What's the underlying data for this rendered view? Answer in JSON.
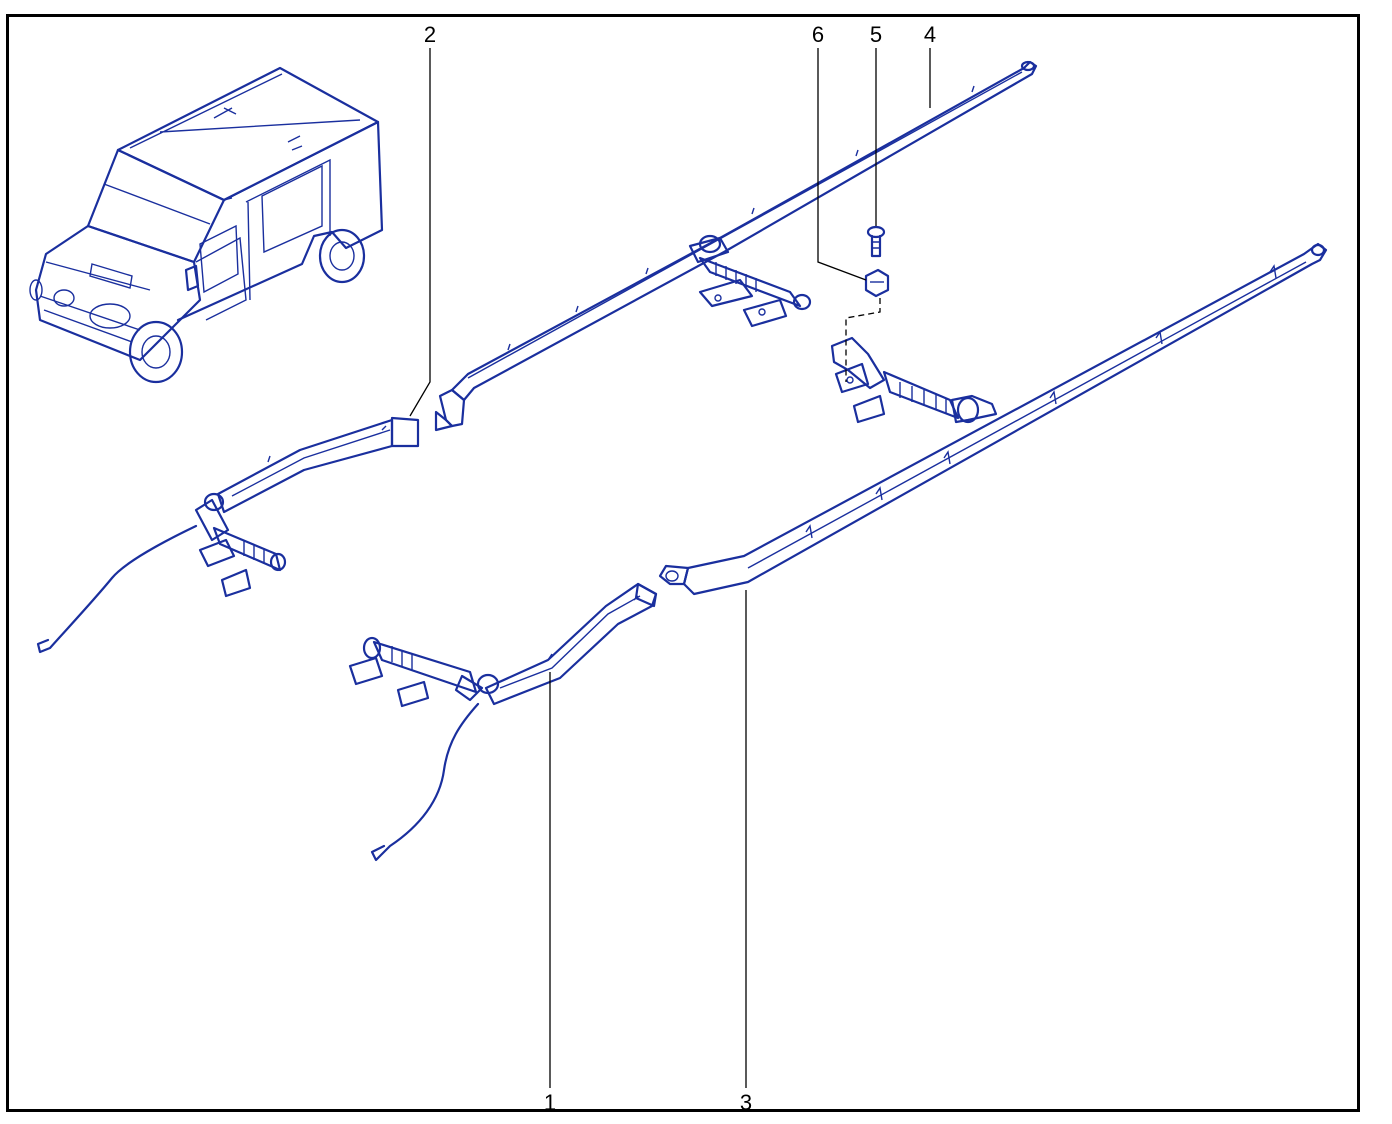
{
  "callouts": {
    "c1": "1",
    "c2": "2",
    "c3": "3",
    "c4": "4",
    "c5": "5",
    "c6": "6"
  },
  "colors": {
    "line": "#1a2f9e",
    "frame": "#000000",
    "background": "#ffffff"
  }
}
